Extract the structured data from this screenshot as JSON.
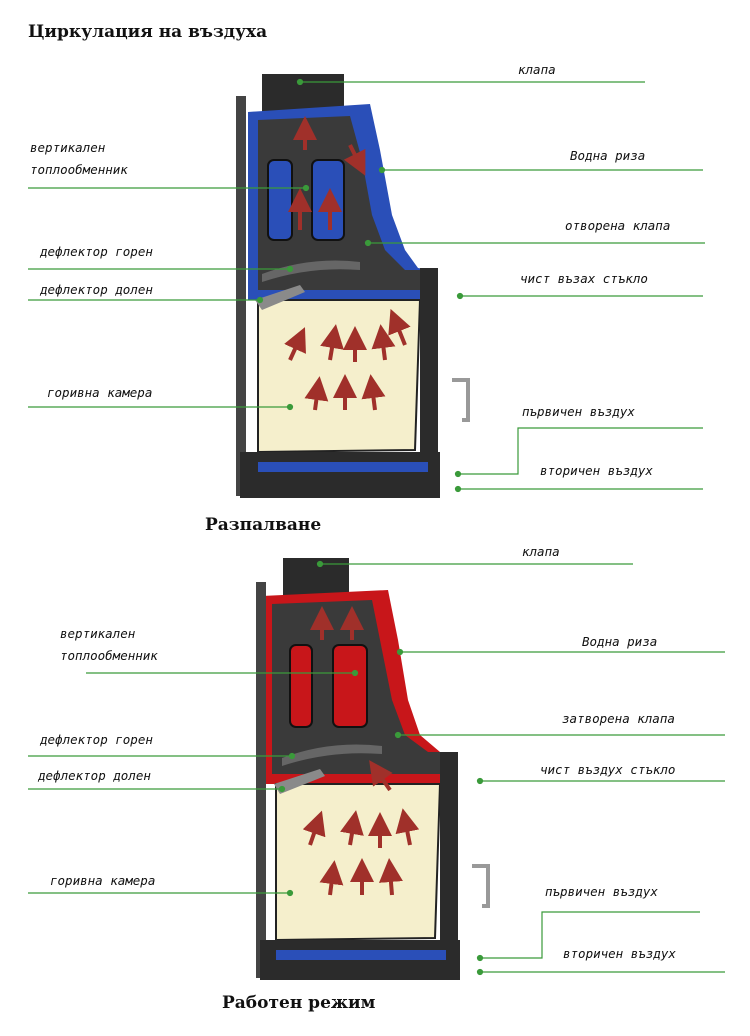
{
  "title": "Циркулация на въздуха",
  "colors": {
    "jacket_top": "#2a4fb8",
    "jacket_bottom": "#c8161a",
    "chamber": "#f5efcc",
    "leader": "#3a9a3a",
    "arrow_hot": "#a0302a",
    "arrow_cold": "#e8b58a",
    "arrow_air": "#5c7fb0"
  },
  "diagrams": [
    {
      "caption": "Разпалване",
      "labels": {
        "damper": "клапа",
        "water_jacket": "Водна риза",
        "vertical_exchanger_1": "вертикален",
        "vertical_exchanger_2": "топлообменник",
        "open_damper": "отворена клапа",
        "deflector_top": "дефлектор горен",
        "deflector_bottom": "дефлектор долен",
        "clean_glass": "чист възах стъкло",
        "combustion_chamber": "горивна камера",
        "primary_air": "първичен въздух",
        "secondary_air": "вторичен въздух"
      }
    },
    {
      "caption": "Работен режим",
      "labels": {
        "damper": "клапа",
        "water_jacket": "Водна риза",
        "vertical_exchanger_1": "вертикален",
        "vertical_exchanger_2": "топлообменник",
        "closed_damper": "затворена клапа",
        "deflector_top": "дефлектор горен",
        "deflector_bottom": "дефлектор долен",
        "clean_glass": "чист въздух стъкло",
        "combustion_chamber": "горивна камера",
        "primary_air": "първичен въздух",
        "secondary_air": "вторичен въздух"
      }
    }
  ]
}
